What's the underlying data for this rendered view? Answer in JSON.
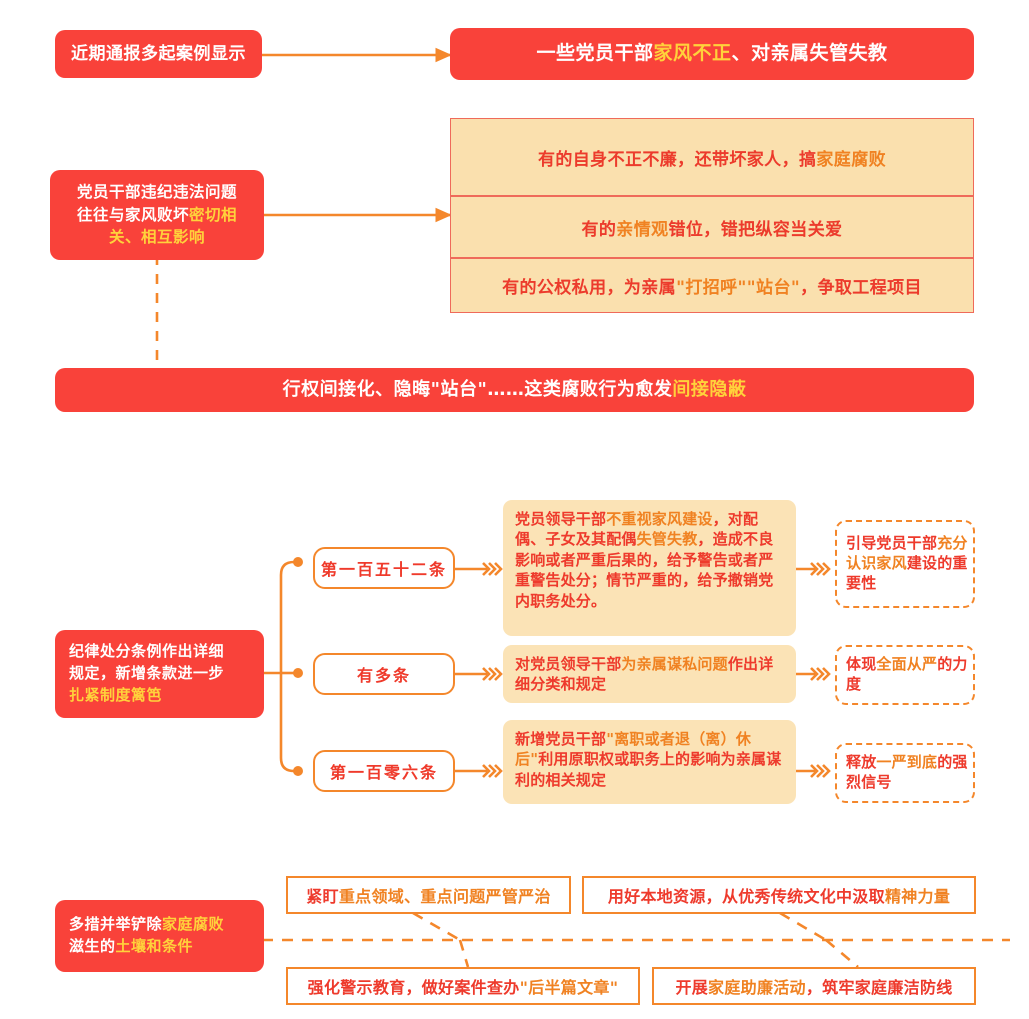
{
  "theme": {
    "red": "#f9423a",
    "orange": "#f4872b",
    "yellow": "#ffd23b",
    "tan": "#fae0ae",
    "soft": "#fbe3b6",
    "text_red": "#ee3a2c"
  },
  "section1": {
    "source_label": "近期通报多起案例显示",
    "headline": {
      "pre": "一些党员干部",
      "highlight": "家风不正",
      "post": "、对亲属失管失教"
    }
  },
  "section2": {
    "cause_box": {
      "line1": "党员干部违纪违法问题",
      "line2_pre": "往往与家风败坏",
      "line2_hl": "密切相",
      "line3_hl": "关、相互影响"
    },
    "cells": [
      {
        "pre": "有的自身不正不廉，还带坏家人，搞",
        "hl": "家庭腐败",
        "post": ""
      },
      {
        "pre": "有的",
        "hl": "亲情观",
        "post": "错位，错把纵容当关爱"
      },
      {
        "pre": "有的公权私用，为亲属",
        "hl": "\"打招呼\"\"站台\"",
        "post": "，争取工程项目"
      }
    ],
    "banner": {
      "pre": "行权间接化、隐晦\"站台\"……这类腐败行为愈发",
      "highlight": "间接隐蔽"
    }
  },
  "section3": {
    "root_box": {
      "line1": "纪律处分条例作出详细",
      "line2": "规定，新增条款进一步",
      "line3_hl": "扎紧制度篱笆"
    },
    "branches": [
      {
        "pill": "第一百五十二条",
        "detail": [
          {
            "t": "党员领导干部",
            "hl": false
          },
          {
            "t": "不重视家风建设",
            "hl": true
          },
          {
            "t": "，对",
            "hl": false
          },
          {
            "t": "配偶、子女及其配偶",
            "hl": false
          },
          {
            "t": "失管失教",
            "hl": true
          },
          {
            "t": "，造成不良影响或者严重后果的，给予警告或者严重警告处分；情节严重的，给予撤销党内职务处分。",
            "hl": false
          }
        ],
        "outcome": [
          {
            "t": "引导党员干部",
            "hl": false
          },
          {
            "t": "充分认识家风",
            "hl": true
          },
          {
            "t": "建设的重要性",
            "hl": false
          }
        ]
      },
      {
        "pill": "有多条",
        "detail": [
          {
            "t": "对党员领导干部",
            "hl": false
          },
          {
            "t": "为亲属谋私问题",
            "hl": true
          },
          {
            "t": "作出详细分类和规定",
            "hl": false
          }
        ],
        "outcome": [
          {
            "t": "体现",
            "hl": false
          },
          {
            "t": "全面从严",
            "hl": true
          },
          {
            "t": "的力度",
            "hl": false
          }
        ]
      },
      {
        "pill": "第一百零六条",
        "detail": [
          {
            "t": "新增党员干部",
            "hl": false
          },
          {
            "t": "\"离职或者退（离）休后\"",
            "hl": true
          },
          {
            "t": "利用原职权或职务上的影响为亲属谋利的相关规定",
            "hl": false
          }
        ],
        "outcome": [
          {
            "t": "释放",
            "hl": false
          },
          {
            "t": "一严到底",
            "hl": true
          },
          {
            "t": "的强烈信号",
            "hl": false
          }
        ]
      }
    ]
  },
  "section4": {
    "root_box": {
      "line1_pre": "多措并举铲除",
      "line1_hl": "家庭腐败",
      "line2_pre": "滋生的",
      "line2_hl": "土壤和条件"
    },
    "measures": [
      {
        "pre": "紧盯",
        "hl": "重点领域、重点问题",
        "post": "严管严治",
        "post_hl": true
      },
      {
        "pre": "用好本地资源，从优秀传统文化中汲取",
        "hl": "精神力量",
        "post": ""
      },
      {
        "pre": "强化警示教育，做好案件查办",
        "hl": "\"后半篇文章\"",
        "post": ""
      },
      {
        "pre": "开展",
        "hl": "家庭助廉活动",
        "post": "，筑牢家庭廉洁防线"
      }
    ]
  }
}
